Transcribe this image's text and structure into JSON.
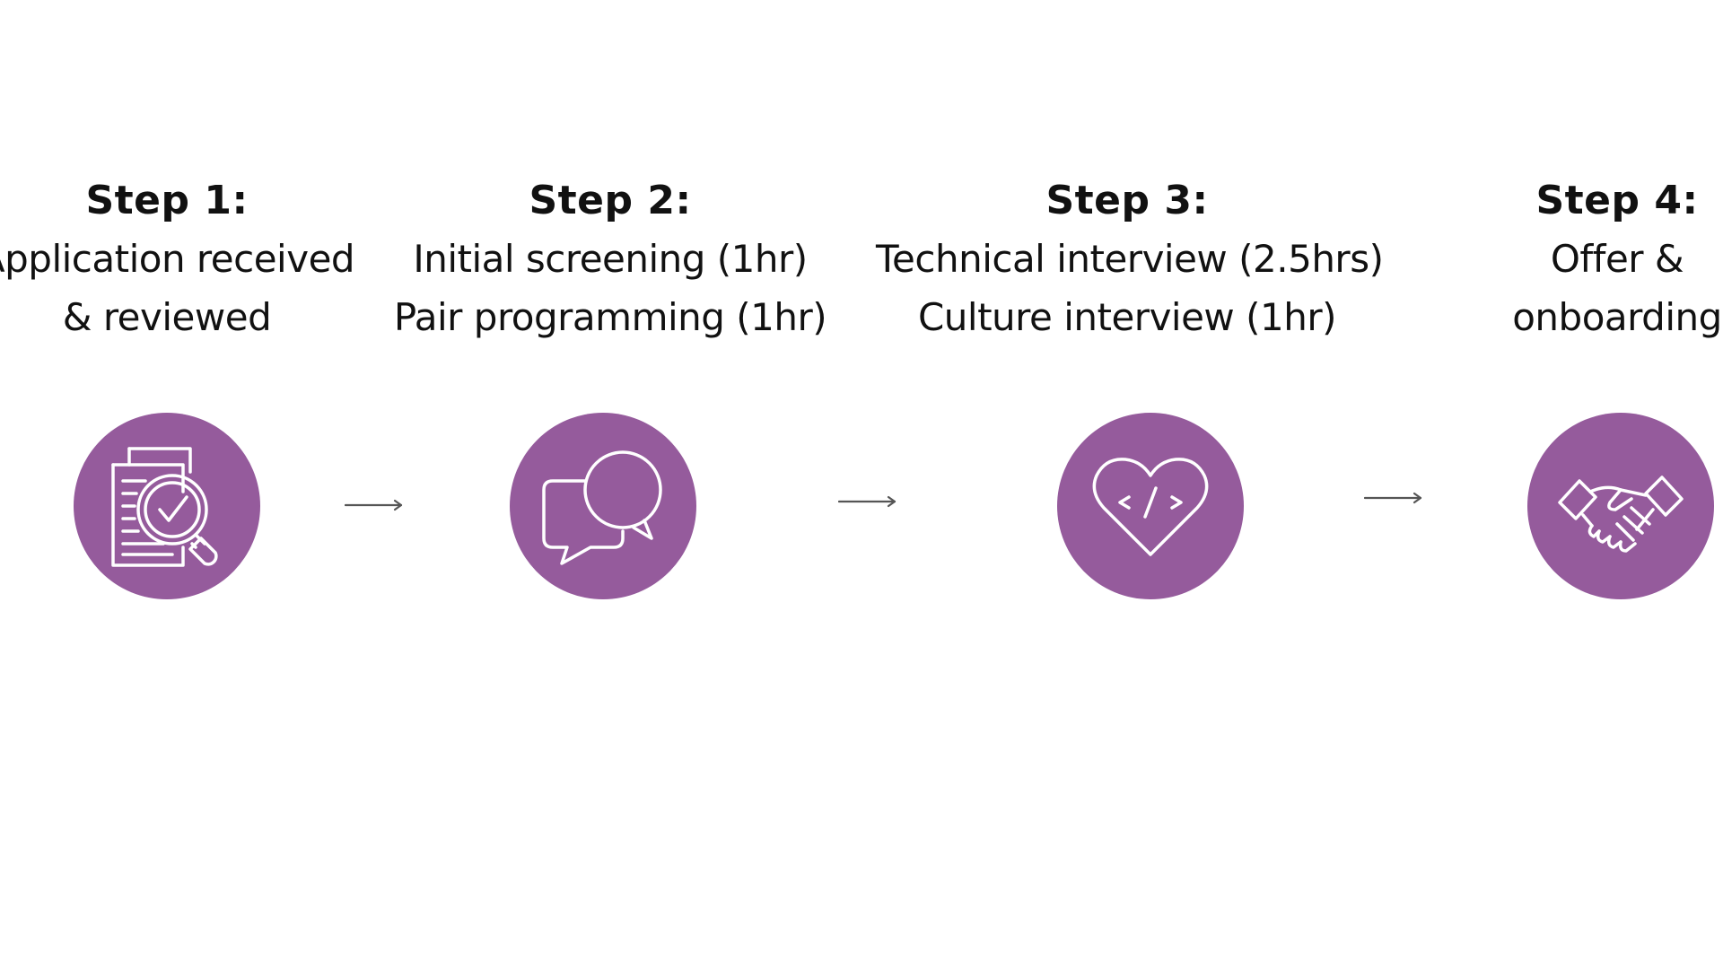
{
  "colors": {
    "circle": "#955b9c",
    "icon_stroke": "#ffffff",
    "arrow": "#555555",
    "text": "#111111"
  },
  "steps": [
    {
      "title": "Step 1:",
      "lines": [
        "Application received",
        "& reviewed"
      ],
      "icon": "document-search-check-icon"
    },
    {
      "title": "Step 2:",
      "lines": [
        "Initial screening (1hr)",
        "Pair programming (1hr)"
      ],
      "icon": "chat-bubbles-icon"
    },
    {
      "title": "Step 3:",
      "lines": [
        "Technical interview (2.5hrs)",
        "Culture interview (1hr)"
      ],
      "icon": "heart-code-icon"
    },
    {
      "title": "Step 4:",
      "lines": [
        "Offer &",
        "onboarding"
      ],
      "icon": "handshake-icon"
    }
  ],
  "connectors": [
    "arrow-icon",
    "arrow-icon",
    "arrow-icon"
  ]
}
